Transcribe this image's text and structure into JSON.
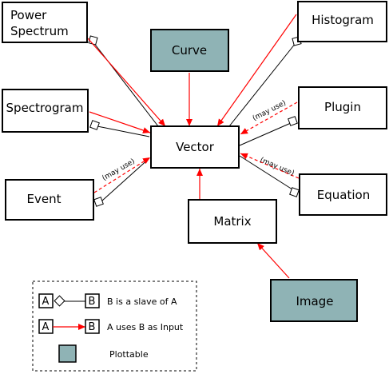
{
  "nodes": {
    "power_spectrum": [
      "Power",
      "Spectrum"
    ],
    "curve": "Curve",
    "histogram": "Histogram",
    "spectrogram": "Spectrogram",
    "vector": "Vector",
    "plugin": "Plugin",
    "event": "Event",
    "equation": "Equation",
    "matrix": "Matrix",
    "image": "Image"
  },
  "edge_labels": {
    "plugin_may_use": "(may use)",
    "equation_may_use": "(may use)",
    "event_may_use": "(may use)"
  },
  "legend": {
    "slave_a": "A",
    "slave_b": "B",
    "slave_text": "B is a slave of A",
    "input_a": "A",
    "input_b": "B",
    "input_text": "A uses B as Input",
    "plottable_text": "Plottable"
  },
  "colors": {
    "plottable_fill": "#8fb3b5",
    "input_arrow": "#ff0000",
    "slave_line": "#000000"
  }
}
